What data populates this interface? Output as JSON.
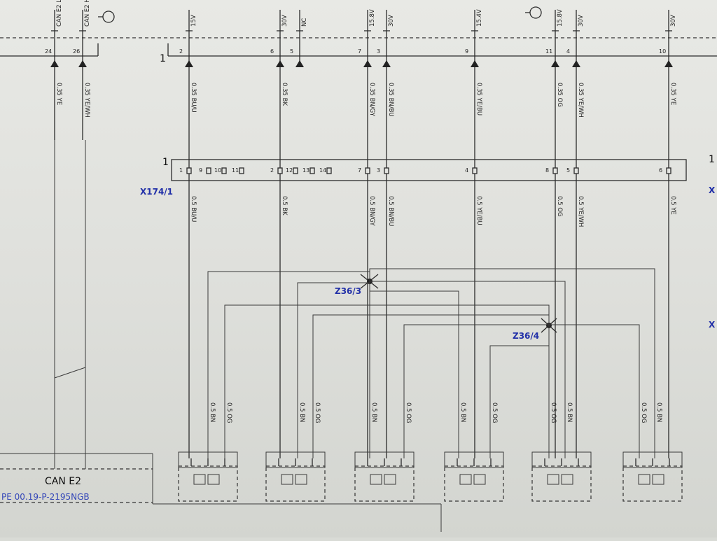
{
  "top_pins": [
    {
      "pin": "24",
      "sig": "CAN E2 L"
    },
    {
      "pin": "26",
      "sig": "CAN E2 H"
    },
    {
      "pin": "2",
      "sig": "15V"
    },
    {
      "pin": "6",
      "sig": "30V"
    },
    {
      "pin": "5",
      "sig": "NC"
    },
    {
      "pin": "7",
      "sig": "15.8V"
    },
    {
      "pin": "3",
      "sig": "30V"
    },
    {
      "pin": "9",
      "sig": "15.4V"
    },
    {
      "pin": "11",
      "sig": "15.8V"
    },
    {
      "pin": "4",
      "sig": "30V"
    },
    {
      "pin": "10",
      "sig": "30V"
    }
  ],
  "upper_wires": [
    {
      "label": "0.35 YE"
    },
    {
      "label": "0.35 YE/WH"
    },
    {
      "label": "0.35 BU/U"
    },
    {
      "label": "0.35 BK"
    },
    {
      "label": "0.35 BN/GY"
    },
    {
      "label": "0.35 BN/BU"
    },
    {
      "label": "0.35 YE/BU"
    },
    {
      "label": "0.35 OG"
    },
    {
      "label": "0.35 YE/WH"
    },
    {
      "label": "0.35 YE"
    }
  ],
  "connector_label": "1",
  "connector_label_right": "1",
  "top_bus_label": "1",
  "connector_pins": [
    {
      "num": "1"
    },
    {
      "num": "9"
    },
    {
      "num": "10"
    },
    {
      "num": "11"
    },
    {
      "num": "2"
    },
    {
      "num": "12"
    },
    {
      "num": "13"
    },
    {
      "num": "14"
    },
    {
      "num": "7"
    },
    {
      "num": "3"
    },
    {
      "num": "4"
    },
    {
      "num": "6"
    },
    {
      "num": "5"
    },
    {
      "num": "8"
    }
  ],
  "lower_wires": [
    {
      "label": "0.5 BU/U"
    },
    {
      "label": "0.5 BK"
    },
    {
      "label": "0.5 BN/GY"
    },
    {
      "label": "0.5 BN/BU"
    },
    {
      "label": "0.5 YE/BU"
    },
    {
      "label": "0.5 OG"
    },
    {
      "label": "0.5 YE/WH"
    },
    {
      "label": "0.5 YE"
    }
  ],
  "connector_name": "X174/1",
  "splices": [
    {
      "name": "Z36/3"
    },
    {
      "name": "Z36/4"
    }
  ],
  "module_wires": [
    {
      "label": "0.5 BN"
    },
    {
      "label": "0.5 OG"
    },
    {
      "label": "0.5 BN"
    },
    {
      "label": "0.5 OG"
    },
    {
      "label": "0.5 BN"
    },
    {
      "label": "0.5 OG"
    },
    {
      "label": "0.5 BN"
    },
    {
      "label": "0.5 OG"
    },
    {
      "label": "0.5 OG"
    },
    {
      "label": "0.5 BN"
    },
    {
      "label": "0.5 OG"
    },
    {
      "label": "0.5 BN"
    }
  ],
  "can_box": {
    "title": "CAN E2",
    "ref": "PE 00.19-P-2195NGB"
  },
  "right_edge_marks": [
    "X",
    "X"
  ],
  "colors": {
    "ink": "#2b2b2b",
    "ref_blue": "#2230a8",
    "paper": "#e3e4e0"
  }
}
